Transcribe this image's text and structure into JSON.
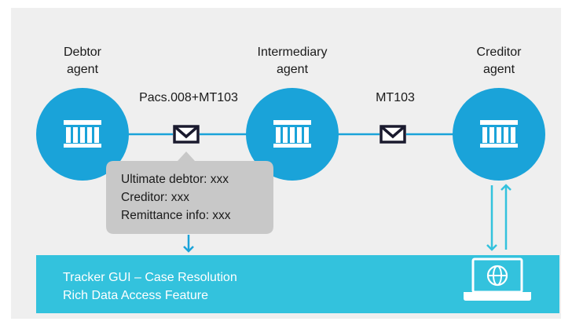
{
  "nodes": {
    "debtor": {
      "label_line1": "Debtor",
      "label_line2": "agent",
      "icon": "bank-icon"
    },
    "intermediary": {
      "label_line1": "Intermediary",
      "label_line2": "agent",
      "icon": "bank-icon"
    },
    "creditor": {
      "label_line1": "Creditor",
      "label_line2": "agent",
      "icon": "bank-icon"
    }
  },
  "messages": {
    "first": {
      "label": "Pacs.008+MT103",
      "icon": "envelope-icon"
    },
    "second": {
      "label": "MT103",
      "icon": "envelope-icon"
    }
  },
  "callout": {
    "lines": [
      "Ultimate debtor: xxx",
      "Creditor: xxx",
      "Remittance info: xxx"
    ]
  },
  "tracker": {
    "line1": "Tracker GUI – Case Resolution",
    "line2": "Rich Data Access Feature",
    "icon": "laptop-globe-icon"
  },
  "colors": {
    "background": "#efefef",
    "accent": "#1aa3d9",
    "band": "#33c2dd",
    "callout": "#c8c8c8",
    "text": "#1a1a1a",
    "dark": "#1a1a2e"
  }
}
